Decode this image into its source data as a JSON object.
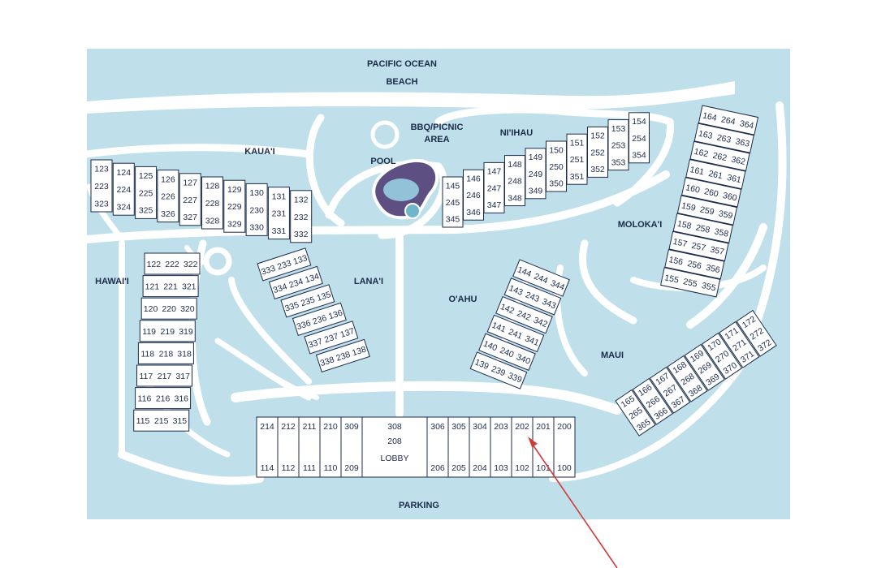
{
  "colors": {
    "water": "#bfe0ea",
    "path": "#ffffff",
    "lines": "#1c2a4a",
    "pool": "#6a5c8a",
    "arrow": "#d23a3a"
  },
  "labels": {
    "ocean": "PACIFIC OCEAN",
    "beach": "BEACH",
    "bbq_line1": "BBQ/PICNIC",
    "bbq_line2": "AREA",
    "pool": "POOL",
    "kauai": "KAUA'I",
    "niihau": "NI'IHAU",
    "molokai": "MOLOKA'I",
    "hawaii": "HAWAI'I",
    "lanai": "LANA'I",
    "oahu": "O'AHU",
    "maui": "MAUI",
    "parking": "PARKING",
    "lobby": "LOBBY"
  },
  "buildings": {
    "kauai": [
      [
        "123",
        "223",
        "323"
      ],
      [
        "124",
        "224",
        "324"
      ],
      [
        "125",
        "225",
        "325"
      ],
      [
        "126",
        "226",
        "326"
      ],
      [
        "127",
        "227",
        "327"
      ],
      [
        "128",
        "228",
        "328"
      ],
      [
        "129",
        "229",
        "329"
      ],
      [
        "130",
        "230",
        "330"
      ],
      [
        "131",
        "231",
        "331"
      ],
      [
        "132",
        "232",
        "332"
      ]
    ],
    "niihau": [
      [
        "145",
        "245",
        "345"
      ],
      [
        "146",
        "246",
        "346"
      ],
      [
        "147",
        "247",
        "347"
      ],
      [
        "148",
        "248",
        "348"
      ],
      [
        "149",
        "249",
        "349"
      ],
      [
        "150",
        "250",
        "350"
      ],
      [
        "151",
        "251",
        "351"
      ],
      [
        "152",
        "252",
        "352"
      ],
      [
        "153",
        "253",
        "353"
      ],
      [
        "154",
        "254",
        "354"
      ]
    ],
    "hawaii": [
      [
        "122",
        "222",
        "322"
      ],
      [
        "121",
        "221",
        "321"
      ],
      [
        "120",
        "220",
        "320"
      ],
      [
        "119",
        "219",
        "319"
      ],
      [
        "118",
        "218",
        "318"
      ],
      [
        "117",
        "217",
        "317"
      ],
      [
        "116",
        "216",
        "316"
      ],
      [
        "115",
        "215",
        "315"
      ]
    ],
    "lanai": [
      [
        "333",
        "233",
        "133"
      ],
      [
        "334",
        "234",
        "134"
      ],
      [
        "335",
        "235",
        "135"
      ],
      [
        "336",
        "236",
        "136"
      ],
      [
        "337",
        "237",
        "137"
      ],
      [
        "338",
        "238",
        "138"
      ]
    ],
    "oahu": [
      [
        "144",
        "244",
        "344"
      ],
      [
        "143",
        "243",
        "343"
      ],
      [
        "142",
        "242",
        "342"
      ],
      [
        "141",
        "241",
        "341"
      ],
      [
        "140",
        "240",
        "340"
      ],
      [
        "139",
        "239",
        "339"
      ]
    ],
    "molokai": [
      [
        "164",
        "264",
        "364"
      ],
      [
        "163",
        "263",
        "363"
      ],
      [
        "162",
        "262",
        "362"
      ],
      [
        "161",
        "261",
        "361"
      ],
      [
        "160",
        "260",
        "360"
      ],
      [
        "159",
        "259",
        "359"
      ],
      [
        "158",
        "258",
        "358"
      ],
      [
        "157",
        "257",
        "357"
      ],
      [
        "156",
        "256",
        "356"
      ],
      [
        "155",
        "255",
        "355"
      ]
    ],
    "maui": [
      [
        "165",
        "265",
        "365"
      ],
      [
        "166",
        "266",
        "366"
      ],
      [
        "167",
        "267",
        "367"
      ],
      [
        "168",
        "268",
        "368"
      ],
      [
        "169",
        "269",
        "369"
      ],
      [
        "170",
        "270",
        "370"
      ],
      [
        "171",
        "271",
        "371"
      ],
      [
        "172",
        "272",
        "372"
      ]
    ],
    "lobby_top": [
      "214",
      "212",
      "211",
      "210",
      "309",
      "308",
      "306",
      "305",
      "304",
      "203",
      "202",
      "201",
      "200"
    ],
    "lobby_mid": [
      "208"
    ],
    "lobby_bottom": [
      "114",
      "112",
      "111",
      "110",
      "209",
      "206",
      "205",
      "204",
      "103",
      "102",
      "101",
      "100"
    ]
  }
}
